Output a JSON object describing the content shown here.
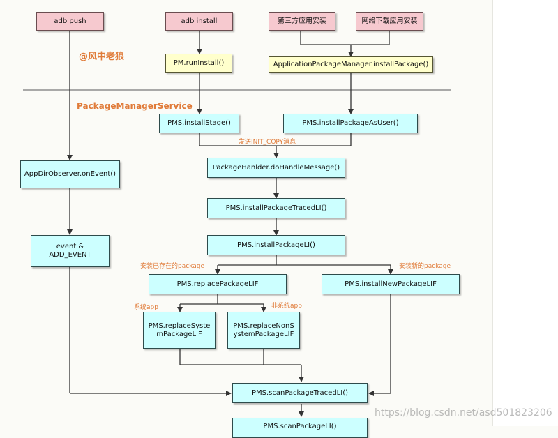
{
  "nodes": {
    "adb_push": "adb push",
    "adb_install": "adb install",
    "third_party_install": "第三方应用安装",
    "network_download_install": "网络下载应用安装",
    "pm_run_install": "PM.runInstall()",
    "app_pkg_mgr_install": "ApplicationPackageManager.installPackage()",
    "pms_install_stage": "PMS.installStage()",
    "pms_install_as_user": "PMS.installPackageAsUser()",
    "app_dir_observer": "AppDirObserver.onEvent()",
    "handler_handle_message": "PackageHanlder.doHandleMessage()",
    "install_package_traced": "PMS.installPackageTracedLI()",
    "install_package_li": "PMS.installPackageLI()",
    "event_add_line1": "event &",
    "event_add_line2": "ADD_EVENT",
    "replace_package": "PMS.replacePackageLIF",
    "install_new_package": "PMS.installNewPackageLIF",
    "replace_system_line1": "PMS.replaceSyste",
    "replace_system_line2": "mPackageLIF",
    "replace_non_system_line1": "PMS.replaceNonS",
    "replace_non_system_line2": "ystemPackageLIF",
    "scan_package_traced": "PMS.scanPackageTracedLI()",
    "scan_package_partial": "PMS.scanPackageLI()"
  },
  "annotations": {
    "author": "@风中老狼",
    "service": "PackageManagerService",
    "send_init_copy": "发送INIT_COPY消息",
    "install_existing": "安装已存在的package",
    "install_new": "安装新的package",
    "system_app": "系统app",
    "non_system_app": "非系统app"
  },
  "watermark": "https://blog.csdn.net/asd501823206",
  "colors": {
    "pink_box": "#f6c9cf",
    "yellow_box": "#ffffcc",
    "cyan_box": "#ccffff",
    "annotation": "#e07b39",
    "edge": "#333333"
  }
}
